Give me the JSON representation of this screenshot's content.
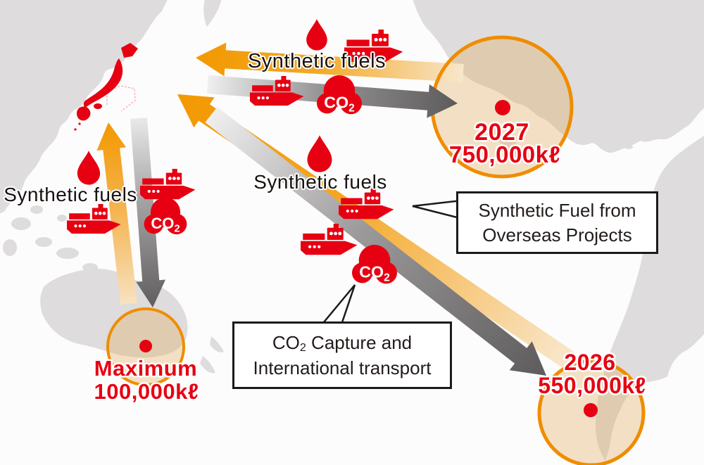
{
  "labels": {
    "fuels_top": "Synthetic fuels",
    "fuels_mid": "Synthetic fuels",
    "fuels_left": "Synthetic fuels"
  },
  "sites": {
    "north_america": {
      "title": "2027",
      "volume": "750,000kℓ"
    },
    "australia": {
      "title": "Maximum",
      "volume": "100,000kℓ"
    },
    "south_america": {
      "title": "2026",
      "volume": "550,000kℓ"
    }
  },
  "callouts": {
    "overseas_projects": {
      "line1": "Synthetic Fuel from",
      "line2": "Overseas Projects"
    },
    "co2_capture": {
      "line1_pre": "CO",
      "line1_sub": "2",
      "line1_post": " Capture and",
      "line2": "International transport"
    }
  },
  "icons": {
    "co2_main": "CO",
    "co2_sub": "2"
  },
  "colors": {
    "red": "#e60012",
    "orange": "#f39800",
    "orange_circle_stroke": "#f08c00",
    "gray_arrow": "#5d5b5b",
    "land": "#dedcdc"
  }
}
